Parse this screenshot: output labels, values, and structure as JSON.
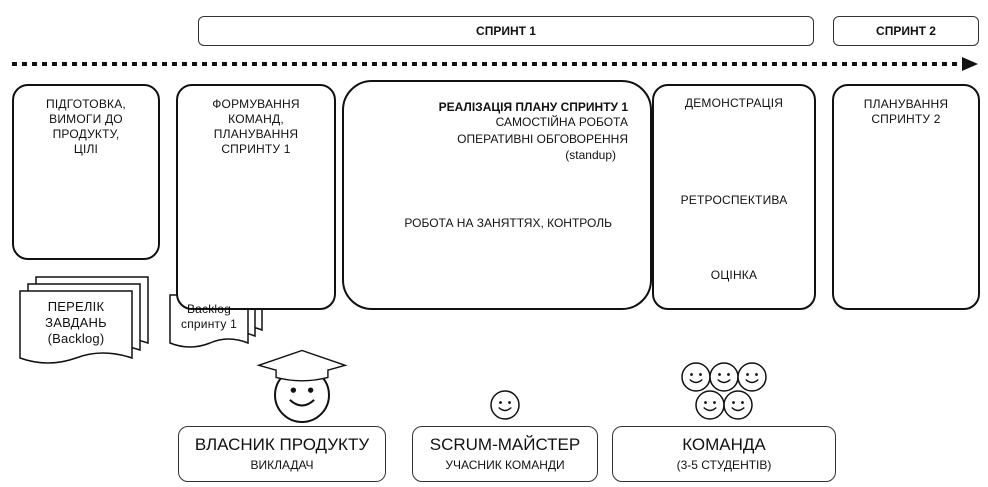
{
  "sprints": {
    "sprint1": "СПРИНТ 1",
    "sprint2": "СПРИНТ 2"
  },
  "stages": {
    "prep": [
      "ПІДГОТОВКА,",
      "ВИМОГИ ДО",
      "ПРОДУКТУ,",
      "ЦІЛІ"
    ],
    "formation": [
      "ФОРМУВАННЯ",
      "КОМАНД,",
      "ПЛАНУВАННЯ",
      "СПРИНТУ 1"
    ],
    "implementation": {
      "title": "РЕАЛІЗАЦІЯ ПЛАНУ СПРИНТУ 1",
      "self_work": "САМОСТІЙНА РОБОТА",
      "standup_1": "ОПЕРАТИВНІ ОБГОВОРЕННЯ",
      "standup_2": "(standup)",
      "class_work": "РОБОТА НА ЗАНЯТТЯХ, КОНТРОЛЬ"
    },
    "review": {
      "demo": "ДЕМОНСТРАЦІЯ",
      "retro": "РЕТРОСПЕКТИВА",
      "grade": "ОЦІНКА"
    },
    "planning2": [
      "ПЛАНУВАННЯ",
      "СПРИНТУ 2"
    ]
  },
  "documents": {
    "backlog": [
      "ПЕРЕЛІК",
      "ЗАВДАНЬ",
      "(Backlog)"
    ],
    "sprint_backlog": [
      "Backlog",
      "спринту 1"
    ]
  },
  "roles": {
    "owner": {
      "title": "ВЛАСНИК ПРОДУКТУ",
      "subtitle": "ВИКЛАДАЧ"
    },
    "scrum": {
      "title": "SCRUM-МАЙСТЕР",
      "subtitle": "УЧАСНИК КОМАНДИ"
    },
    "team": {
      "title": "КОМАНДА",
      "subtitle": "(3-5 СТУДЕНТІВ)"
    }
  }
}
